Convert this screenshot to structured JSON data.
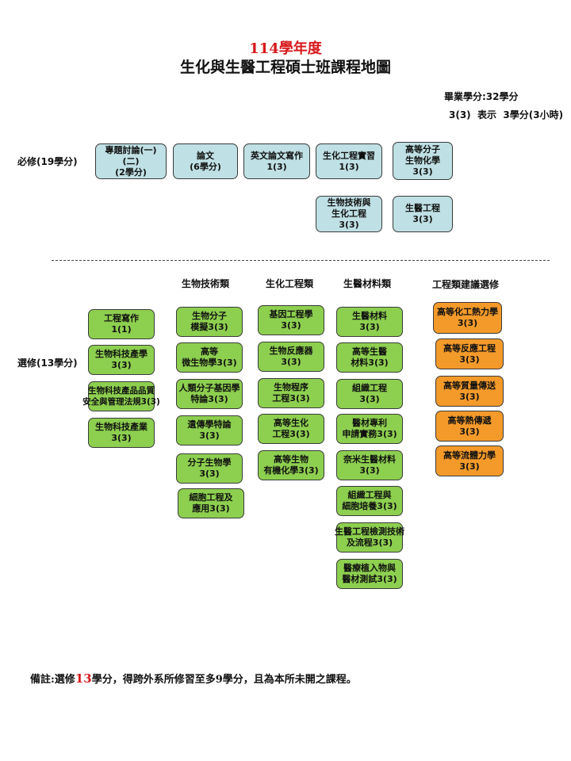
{
  "header": {
    "year_title": "114學年度",
    "main_title": "生化與生醫工程碩士班課程地圖"
  },
  "meta": {
    "credits_required": "畢業學分:32學分",
    "legend": "3(3)  表示  3學分(3小時)"
  },
  "required": {
    "label": "必修(19學分)",
    "courses": [
      "專題討論(一)(二)\n(2學分)",
      "論文\n(6學分)",
      "英文論文寫作\n1(3)",
      "生化工程實習\n1(3)",
      "高等分子\n生物化學\n3(3)",
      "生物技術與\n生化工程\n3(3)",
      "生醫工程\n3(3)"
    ]
  },
  "elective": {
    "label": "選修(13學分)",
    "general": [
      "工程寫作\n1(1)",
      "生物科技產學\n3(3)",
      "生物科技產品品質\n安全與管理法規3(3)",
      "生物科技產業\n3(3)"
    ],
    "column_headers": [
      "生物技術類",
      "生化工程類",
      "生醫材料類",
      "工程類建議選修"
    ],
    "biotech": [
      "生物分子\n模擬3(3)",
      "高等\n微生物學3(3)",
      "人類分子基因學\n特論3(3)",
      "遺傳學特論\n3(3)",
      "分子生物學\n3(3)",
      "細胞工程及\n應用3(3)"
    ],
    "biochem_eng": [
      "基因工程學\n3(3)",
      "生物反應器\n3(3)",
      "生物程序\n工程3(3)",
      "高等生化\n工程3(3)",
      "高等生物\n有機化學3(3)"
    ],
    "biomaterials": [
      "生醫材料\n3(3)",
      "高等生醫\n材料3(3)",
      "組織工程\n3(3)",
      "醫材專利\n申請實務3(3)",
      "奈米生醫材料\n3(3)",
      "組織工程與\n細胞培養3(3)",
      "生醫工程檢測技術\n及流程3(3)",
      "醫療植入物與\n醫材測試3(3)"
    ],
    "engineering": [
      "高等化工熱力學\n3(3)",
      "高等反應工程\n3(3)",
      "高等質量傳送\n3(3)",
      "高等熱傳遞\n3(3)",
      "高等流體力學\n3(3)"
    ]
  },
  "note": {
    "prefix": "備註:選修",
    "highlight": "13",
    "suffix": "學分，得跨外系所修習至多9學分，且為本所未開之課程。"
  },
  "colors": {
    "required_fill": "#bfe0e4",
    "elective_fill": "#8dcf4f",
    "engineering_fill": "#f49a2a",
    "title_red": "#d7191c"
  }
}
